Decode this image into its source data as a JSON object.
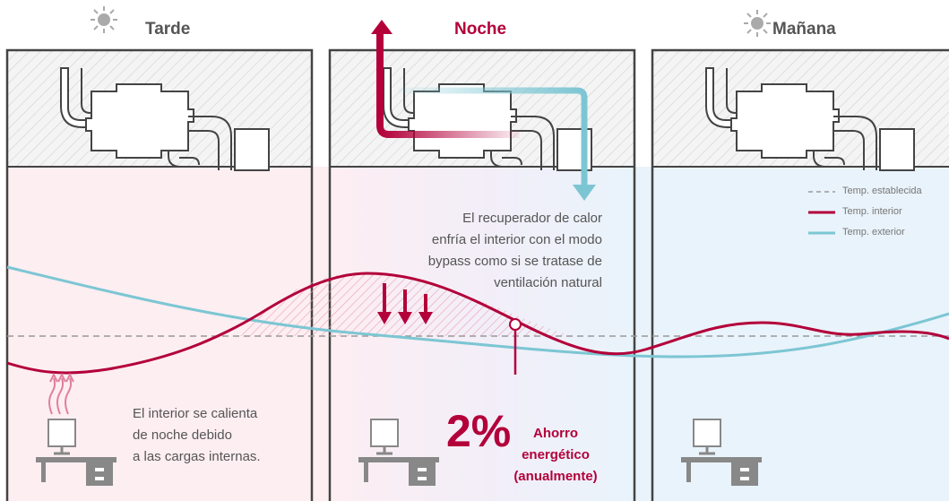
{
  "periods": [
    {
      "label": "Tarde",
      "icon": "sun-icon"
    },
    {
      "label": "Noche",
      "icon": "moon-icon"
    },
    {
      "label": "Mañana",
      "icon": "sun-icon"
    }
  ],
  "legend": {
    "set_temp": "Temp. establecida",
    "indoor_temp": "Temp. interior",
    "outdoor_temp": "Temp. exterior"
  },
  "notes": {
    "evening": [
      "El interior se calienta",
      "de noche debido",
      "a las cargas internas."
    ],
    "night": [
      "El recuperador de calor",
      "enfría el interior con el modo",
      "bypass como si se tratase de",
      "ventilación natural"
    ]
  },
  "savings": {
    "value": "2%",
    "label_lines": [
      "Ahorro",
      "energético",
      "(anualmente)"
    ]
  },
  "colors": {
    "indoor": "#b3003a",
    "outdoor": "#7cc6d3",
    "set": "#999999",
    "warm_zone": "#fdeef2",
    "cool_zone": "#e9f3fb",
    "hatch": "#e8e8e8",
    "wall": "#444444",
    "text": "#555555"
  }
}
